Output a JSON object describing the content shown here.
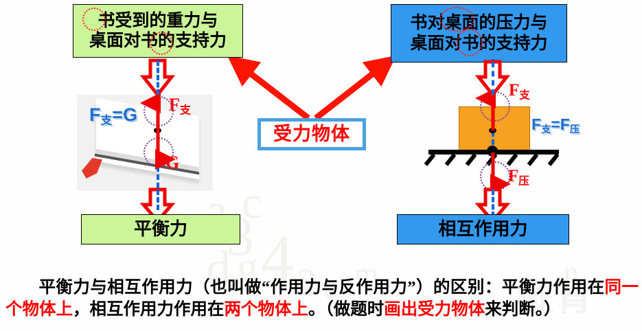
{
  "boxes": {
    "top_left": {
      "line1": "书受到的重力与",
      "line2": "桌面对书的支持力",
      "fill": "#ccf599"
    },
    "top_right": {
      "line1": "书对桌面的压力与",
      "line2": "桌面对书的支持力",
      "fill": "#3399ee"
    },
    "center": {
      "label": "受力物体",
      "text_color": "#ff0000",
      "border_color": "#4aa3df"
    },
    "bottom_left": {
      "label": "平衡力",
      "fill": "#ccf599"
    },
    "bottom_right": {
      "label": "相互作用力",
      "fill": "#3399ee"
    }
  },
  "left_diagram": {
    "equation_main": "F",
    "equation_sub": "支",
    "equation_rest": "=G",
    "force_up_label_main": "F",
    "force_up_label_sub": "支",
    "force_down_label": "G",
    "object": "book-photo"
  },
  "right_diagram": {
    "equation_main": "F",
    "equation_sub1": "支",
    "equation_mid": "=F",
    "equation_sub2": "压",
    "force_up_label_main": "F",
    "force_up_label_sub": "支",
    "force_down_label_main": "F",
    "force_down_label_sub": "压",
    "block_color": "#f7a123",
    "ground_color": "#000000"
  },
  "paragraph": {
    "seg1": "平衡力与相互作用力（也叫做“作用力与反作用力”）的区别：平衡力作用在",
    "seg2_red": "同一个物体上",
    "seg3": "，相互作用力作用在",
    "seg4_red": "两个物体上",
    "seg5": "。（做题时",
    "seg6_red": "画出受力物体",
    "seg7": "来判断。）"
  },
  "colors": {
    "green": "#ccf599",
    "blue": "#3399ee",
    "red": "#ff0000",
    "orange": "#f7a123",
    "purple_dotted": "#7a3fa0",
    "blue_dash": "#1166dd",
    "label_blue": "#1f6fd0"
  }
}
